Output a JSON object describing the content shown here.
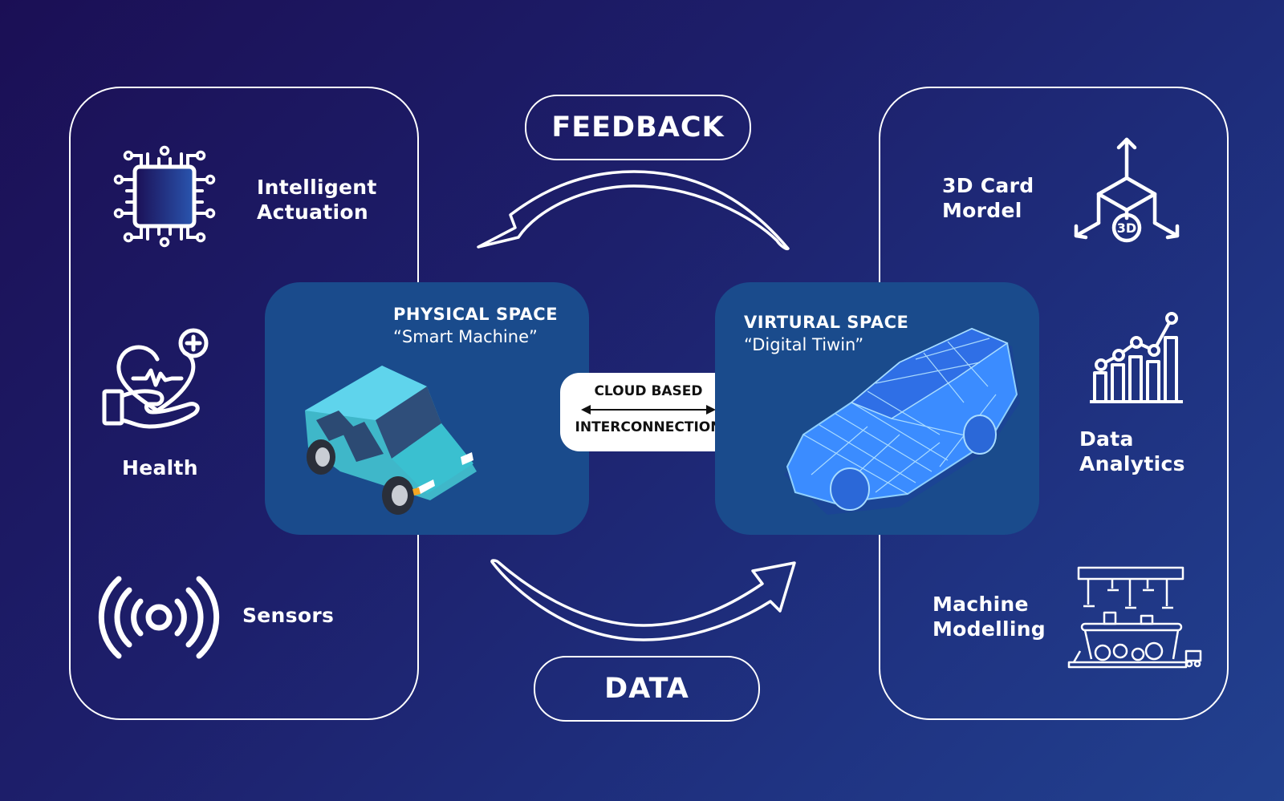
{
  "diagram": {
    "colors": {
      "background_dark": "#1b0f55",
      "background_light": "#22418f",
      "card": "#1a4b8c",
      "line": "#ffffff",
      "physical_car": "#45c3d6",
      "virtual_car": "#4aa8ff"
    },
    "left_panel": {
      "items": [
        {
          "label_line1": "Intelligent",
          "label_line2": "Actuation",
          "icon": "chip-icon"
        },
        {
          "label_line1": "Health",
          "icon": "heart-hand-icon"
        },
        {
          "label_line1": "Sensors",
          "icon": "sensor-signal-icon"
        }
      ]
    },
    "right_panel": {
      "items": [
        {
          "label_line1": "3D Card",
          "label_line2": "Mordel",
          "icon": "3d-cube-icon",
          "icon_text": "3D"
        },
        {
          "label_line1": "Data",
          "label_line2": "Analytics",
          "icon": "bar-chart-icon"
        },
        {
          "label_line1": "Machine",
          "label_line2": "Modelling",
          "icon": "machine-icon"
        }
      ]
    },
    "feedback": {
      "label": "FEEDBACK"
    },
    "data": {
      "label": "DATA"
    },
    "physical_space": {
      "title": "PHYSICAL SPACE",
      "subtitle": "“Smart Machine”",
      "icon": "car-icon"
    },
    "virtual_space": {
      "title": "VIRTURAL SPACE",
      "subtitle": "“Digital Tiwin”",
      "icon": "wireframe-car-icon"
    },
    "cloud": {
      "line1": "CLOUD BASED",
      "line2": "INTERCONNECTION",
      "icon": "double-arrow-icon"
    }
  }
}
